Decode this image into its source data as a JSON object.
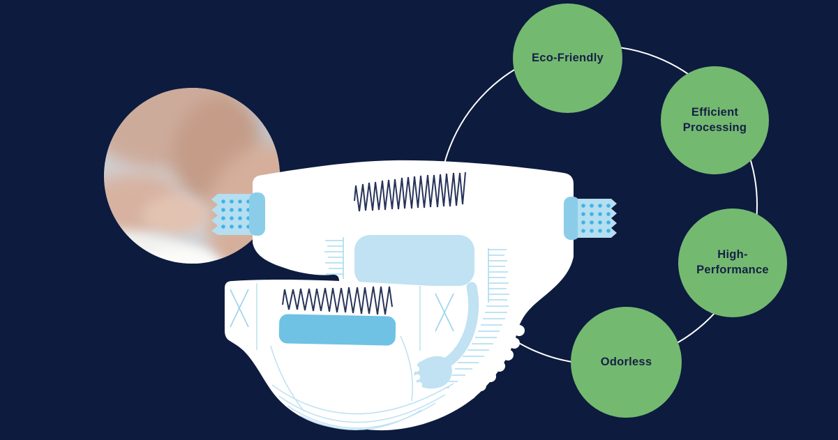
{
  "canvas": {
    "background": "#0d1b3e"
  },
  "ring": {
    "color": "#ffffff"
  },
  "media": {
    "name": "diaper-change-photo"
  },
  "features": [
    {
      "label": "Eco-Friendly",
      "lines": [
        "Eco-Friendly"
      ]
    },
    {
      "label": "Efficient Processing",
      "lines": [
        "Efficient",
        "Processing"
      ]
    },
    {
      "label": "High-Performance",
      "lines": [
        "High-",
        "Performance"
      ]
    },
    {
      "label": "Odorless",
      "lines": [
        "Odorless"
      ]
    }
  ],
  "palette": {
    "bubble_green": "#74b970",
    "bubble_text": "#152145",
    "diaper_white": "#ffffff",
    "diaper_blue_pale": "#c0e2f2",
    "diaper_blue_mid": "#8bcde9",
    "diaper_blue_dot": "#3eb3e6",
    "diaper_strip_blue": "#6fc2e4",
    "ruffle_blue": "#a9daf0",
    "stitch_navy": "#263258"
  }
}
